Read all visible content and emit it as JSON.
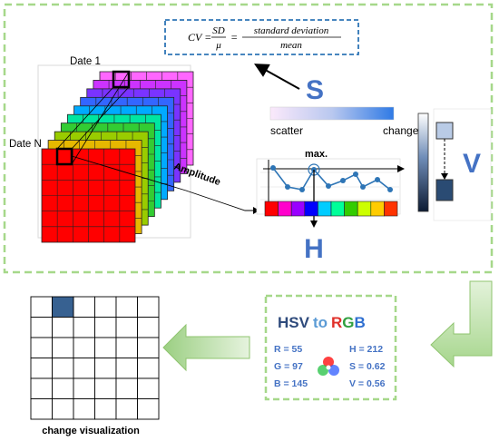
{
  "formula": {
    "lhs": "CV =",
    "frac1_num": "SD",
    "frac1_den": "μ",
    "eq2": "=",
    "frac2_num": "standard deviation",
    "frac2_den": "mean"
  },
  "stack": {
    "date1_label": "Date 1",
    "dateN_label": "Date N",
    "amplitude_label": "Amplitude"
  },
  "saturation": {
    "letter": "S",
    "left_label": "scatter",
    "right_label": "change"
  },
  "hue": {
    "letter": "H",
    "max_label": "max.",
    "bar_colors": [
      "#ff0000",
      "#ff00cc",
      "#9900ff",
      "#0000ff",
      "#00ccff",
      "#00ff99",
      "#33cc00",
      "#ccff00",
      "#ffcc00",
      "#ff3300"
    ]
  },
  "value": {
    "letter": "V"
  },
  "conversion": {
    "title_hsv": "HSV",
    "title_to": "to",
    "title_r": "R",
    "title_g": "G",
    "title_b": "B",
    "r_line": "R = 55",
    "g_line": "G = 97",
    "b_line": "B = 145",
    "h_line": "H = 212",
    "s_line": "S = 0.62",
    "v_line": "V = 0.56",
    "output_color": "#376191"
  },
  "output": {
    "caption": "change visualization"
  },
  "colors": {
    "dashed_green": "#a6d88a",
    "arrow_green": "#9bcf82",
    "formula_border": "#2e75b6",
    "letter_blue": "#4472c4",
    "text_blue": "#4472c4"
  }
}
